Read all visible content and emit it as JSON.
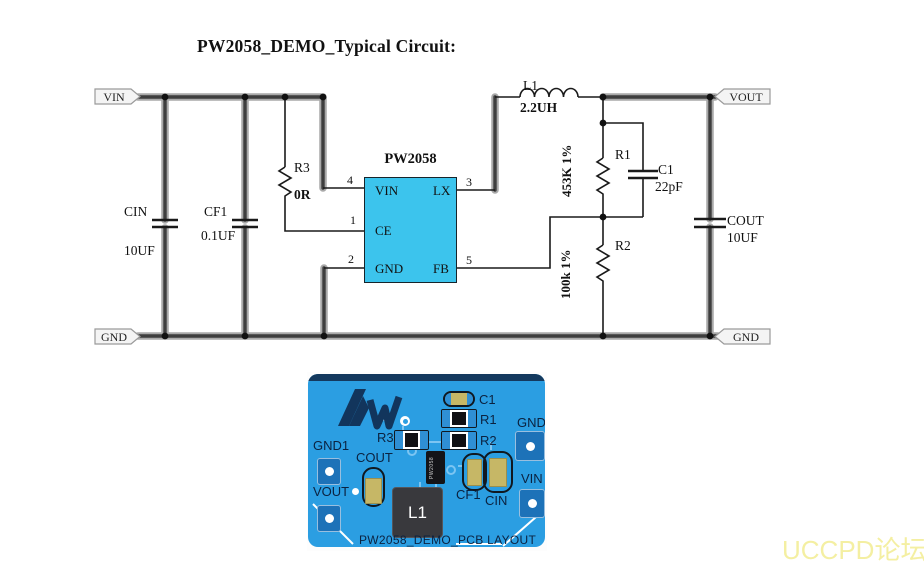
{
  "title": "PW2058_DEMO_Typical Circuit:",
  "schematic": {
    "ports": {
      "vin": "VIN",
      "vout": "VOUT",
      "gnd_left": "GND",
      "gnd_right": "GND"
    },
    "ic": {
      "name": "PW2058",
      "pin4": {
        "num": "4",
        "label": "VIN"
      },
      "pin1": {
        "num": "1",
        "label": "CE"
      },
      "pin2": {
        "num": "2",
        "label": "GND"
      },
      "pin3": {
        "num": "3",
        "label": "LX"
      },
      "pin5": {
        "num": "5",
        "label": "FB"
      }
    },
    "cin": {
      "ref": "CIN",
      "value": "10UF"
    },
    "cf1": {
      "ref": "CF1",
      "value": "0.1UF"
    },
    "r3": {
      "ref": "R3",
      "value": "0R"
    },
    "l1": {
      "ref": "L1",
      "value": "2.2UH"
    },
    "r1": {
      "ref": "R1",
      "value": "453K 1%"
    },
    "c1": {
      "ref": "C1",
      "value": "22pF"
    },
    "r2": {
      "ref": "R2",
      "value": "100k 1%"
    },
    "cout": {
      "ref": "COUT",
      "value": "10UF"
    }
  },
  "pcb": {
    "caption": "PW2058_DEMO_PCB LAYOUT",
    "ic_label": "PW2058",
    "labels": {
      "gnd1": "GND1",
      "vout": "VOUT",
      "cout": "COUT",
      "r3": "R3",
      "c1": "C1",
      "r1": "R1",
      "r2": "R2",
      "gnd": "GND",
      "vin": "VIN",
      "cf1": "CF1",
      "cin": "CIN",
      "l1": "L1"
    }
  },
  "watermark": "UCCPD论坛",
  "colors": {
    "ic_fill": "#3CC4ED",
    "board_blue": "#2B9EE2",
    "pad_blue": "#1D72B8",
    "component_tan": "#C6B766",
    "pcb_text_navy": "#0B2240",
    "watermark_yellow": "#F4EF9E"
  }
}
